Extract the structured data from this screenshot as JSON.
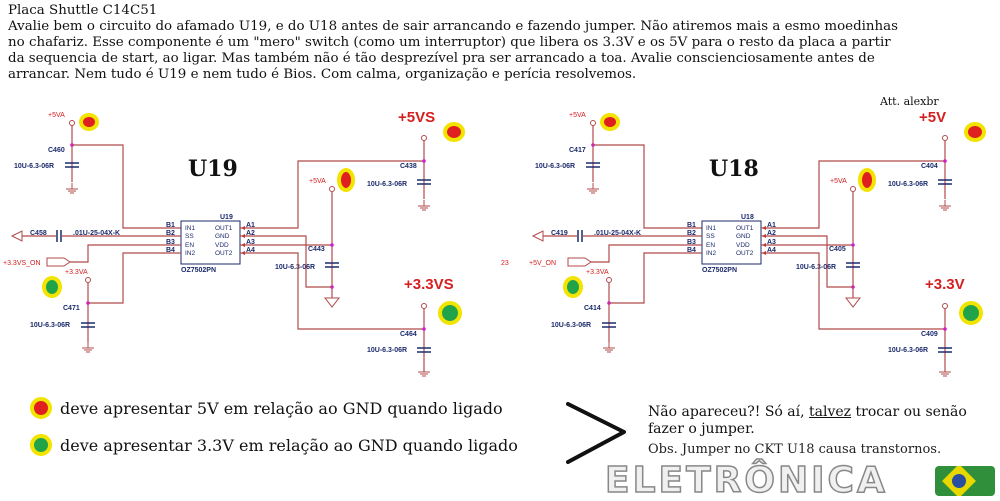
{
  "header": {
    "title": "Placa Shuttle C14C51",
    "lines": [
      "Avalie bem o circuito do afamado U19, e do U18 antes de sair arrancando e fazendo jumper. Não atiremos mais a esmo moedinhas",
      "no chafariz. Esse componente é um \"mero\" switch (como um interruptor) que libera os 3.3V e os 5V para o resto da placa a partir",
      "da sequencia de start, ao ligar. Mas também não é tão desprezível pra ser arrancado a toa. Avalie conscienciosamente antes de",
      "arrancar. Nem tudo é U19 e nem tudo é Bios. Com calma, organização e perícia resolvemos."
    ],
    "attribution": "Att. alexbr"
  },
  "colors": {
    "red_dot": "#e02020",
    "green_dot": "#21a34a",
    "dot_ring": "#f2e400",
    "wire": "#b04a4a",
    "label_red": "#d42020",
    "label_blue": "#1b2a6b"
  },
  "circuits": [
    {
      "title": "U19",
      "chip_ref": "U19",
      "chip_part": "OZ7502PN",
      "pins_left": [
        "B1",
        "B2",
        "B3",
        "B4"
      ],
      "pin_names_left": [
        "IN1",
        "SS",
        "EN",
        "IN2"
      ],
      "pins_right": [
        "A1",
        "A2",
        "A3",
        "A4"
      ],
      "pin_names_right": [
        "OUT1",
        "GND",
        "VDD",
        "OUT2"
      ],
      "in1_rail": "+5VA",
      "in1_cap": "C460",
      "in1_cap_value": "10U-6.3-06R",
      "ss_cap": "C458",
      "ss_cap_value": ".01U-25-04X-K",
      "enable_signal": "+3.3VS_ON",
      "enable_prefix": "",
      "in2_rail": "+3.3VA",
      "in2_cap": "C471",
      "in2_cap_value": "10U-6.3-06R",
      "out1_rail": "+5VS",
      "out1_cap": "C438",
      "out1_cap_value": "10U-6.3-06R",
      "vdd_rail": "+5VA",
      "vdd_cap": "C443",
      "vdd_cap_value": "10U-6.3-06R",
      "out2_rail": "+3.3VS",
      "out2_cap": "C464",
      "out2_cap_value": "10U-6.3-06R"
    },
    {
      "title": "U18",
      "chip_ref": "U18",
      "chip_part": "OZ7502PN",
      "pins_left": [
        "B1",
        "B2",
        "B3",
        "B4"
      ],
      "pin_names_left": [
        "IN1",
        "SS",
        "EN",
        "IN2"
      ],
      "pins_right": [
        "A1",
        "A2",
        "A3",
        "A4"
      ],
      "pin_names_right": [
        "OUT1",
        "GND",
        "VDD",
        "OUT2"
      ],
      "in1_rail": "+5VA",
      "in1_cap": "C417",
      "in1_cap_value": "10U-6.3-06R",
      "ss_cap": "C419",
      "ss_cap_value": ".01U-25-04X-K",
      "enable_signal": "+5V_ON",
      "enable_prefix": "23",
      "in2_rail": "+3.3VA",
      "in2_cap": "C414",
      "in2_cap_value": "10U-6.3-06R",
      "out1_rail": "+5V",
      "out1_cap": "C404",
      "out1_cap_value": "10U-6.3-06R",
      "vdd_rail": "+5VA",
      "vdd_cap": "C405",
      "vdd_cap_value": "10U-6.3-06R",
      "out2_rail": "+3.3V",
      "out2_cap": "C409",
      "out2_cap_value": "10U-6.3-06R"
    }
  ],
  "legend": [
    {
      "color": "red",
      "text": "deve apresentar 5V em relação ao GND quando ligado"
    },
    {
      "color": "green",
      "text": "deve apresentar 3.3V em relação ao GND quando ligado"
    }
  ],
  "note": {
    "part1": "Não apareceu?! Só aí, ",
    "emphasis": "talvez",
    "part2": " trocar ou senão",
    "line2": "fazer o jumper.",
    "obs": "Obs. Jumper no CKT U18 causa transtornos."
  },
  "watermark": "ELETRÔNICA"
}
